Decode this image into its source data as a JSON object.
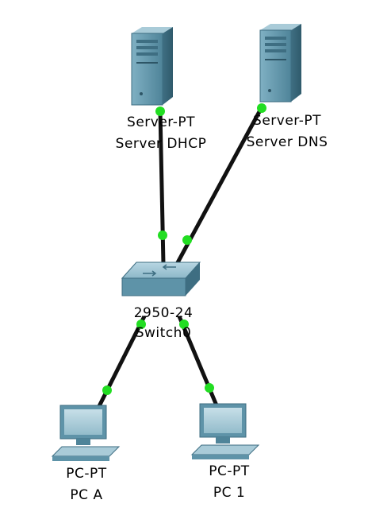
{
  "devices": [
    {
      "id": "dhcp",
      "model": "Server-PT",
      "name": "Server DHCP",
      "icon": "server-icon"
    },
    {
      "id": "dns",
      "model": "Server-PT",
      "name": "Server DNS",
      "icon": "server-icon"
    },
    {
      "id": "switch",
      "model": "2950-24",
      "name": "Switch0",
      "icon": "switch-icon"
    },
    {
      "id": "pca",
      "model": "PC-PT",
      "name": "PC A",
      "icon": "pc-icon"
    },
    {
      "id": "pc1",
      "model": "PC-PT",
      "name": "PC 1",
      "icon": "pc-icon"
    }
  ],
  "links": [
    {
      "from": "dhcp",
      "to": "switch",
      "status": "up"
    },
    {
      "from": "dns",
      "to": "switch",
      "status": "up"
    },
    {
      "from": "switch",
      "to": "pca",
      "status": "up"
    },
    {
      "from": "switch",
      "to": "pc1",
      "status": "up"
    }
  ],
  "colors": {
    "link": "#111111",
    "link_up_dot": "#22dd22",
    "device_body": "#5e93a8",
    "device_light": "#a9cbd8",
    "device_dark": "#3e6e82"
  }
}
